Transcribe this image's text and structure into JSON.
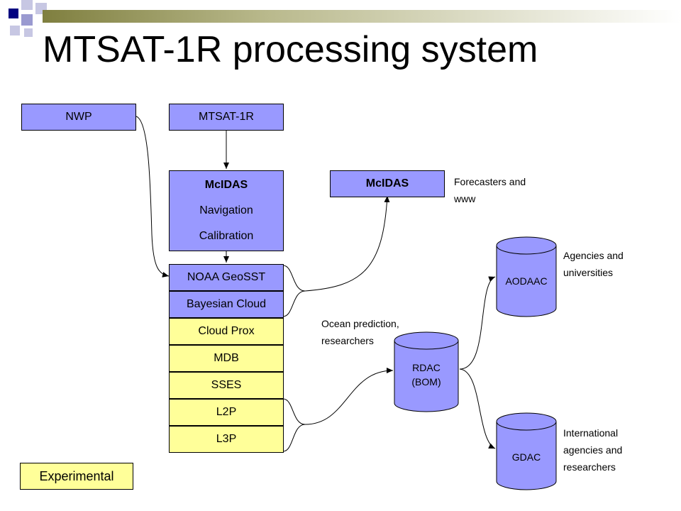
{
  "title": "MTSAT-1R processing system",
  "inputs": {
    "nwp": "NWP",
    "mtsat": "MTSAT-1R"
  },
  "mcidas_main": {
    "heading": "McIDAS",
    "line1": "Navigation",
    "line2": "Calibration"
  },
  "mcidas_out": "McIDAS",
  "stack": [
    "NOAA GeoSST",
    "Bayesian Cloud",
    "Cloud Prox",
    "MDB",
    "SSES",
    "L2P",
    "L3P"
  ],
  "destinations": {
    "aodaac": "AODAAC",
    "rdac_line1": "RDAC",
    "rdac_line2": "(BOM)",
    "gdac": "GDAC"
  },
  "annotations": {
    "forecasters": [
      "Forecasters and",
      "www"
    ],
    "agencies": [
      "Agencies and",
      "universities"
    ],
    "ocean": [
      "Ocean prediction,",
      "researchers"
    ],
    "international": [
      "International",
      "agencies and",
      "researchers"
    ]
  },
  "experimental": "Experimental",
  "colors": {
    "blue_box": "#9999ff",
    "yellow_box": "#ffff99",
    "logo_dark": "#000080"
  }
}
